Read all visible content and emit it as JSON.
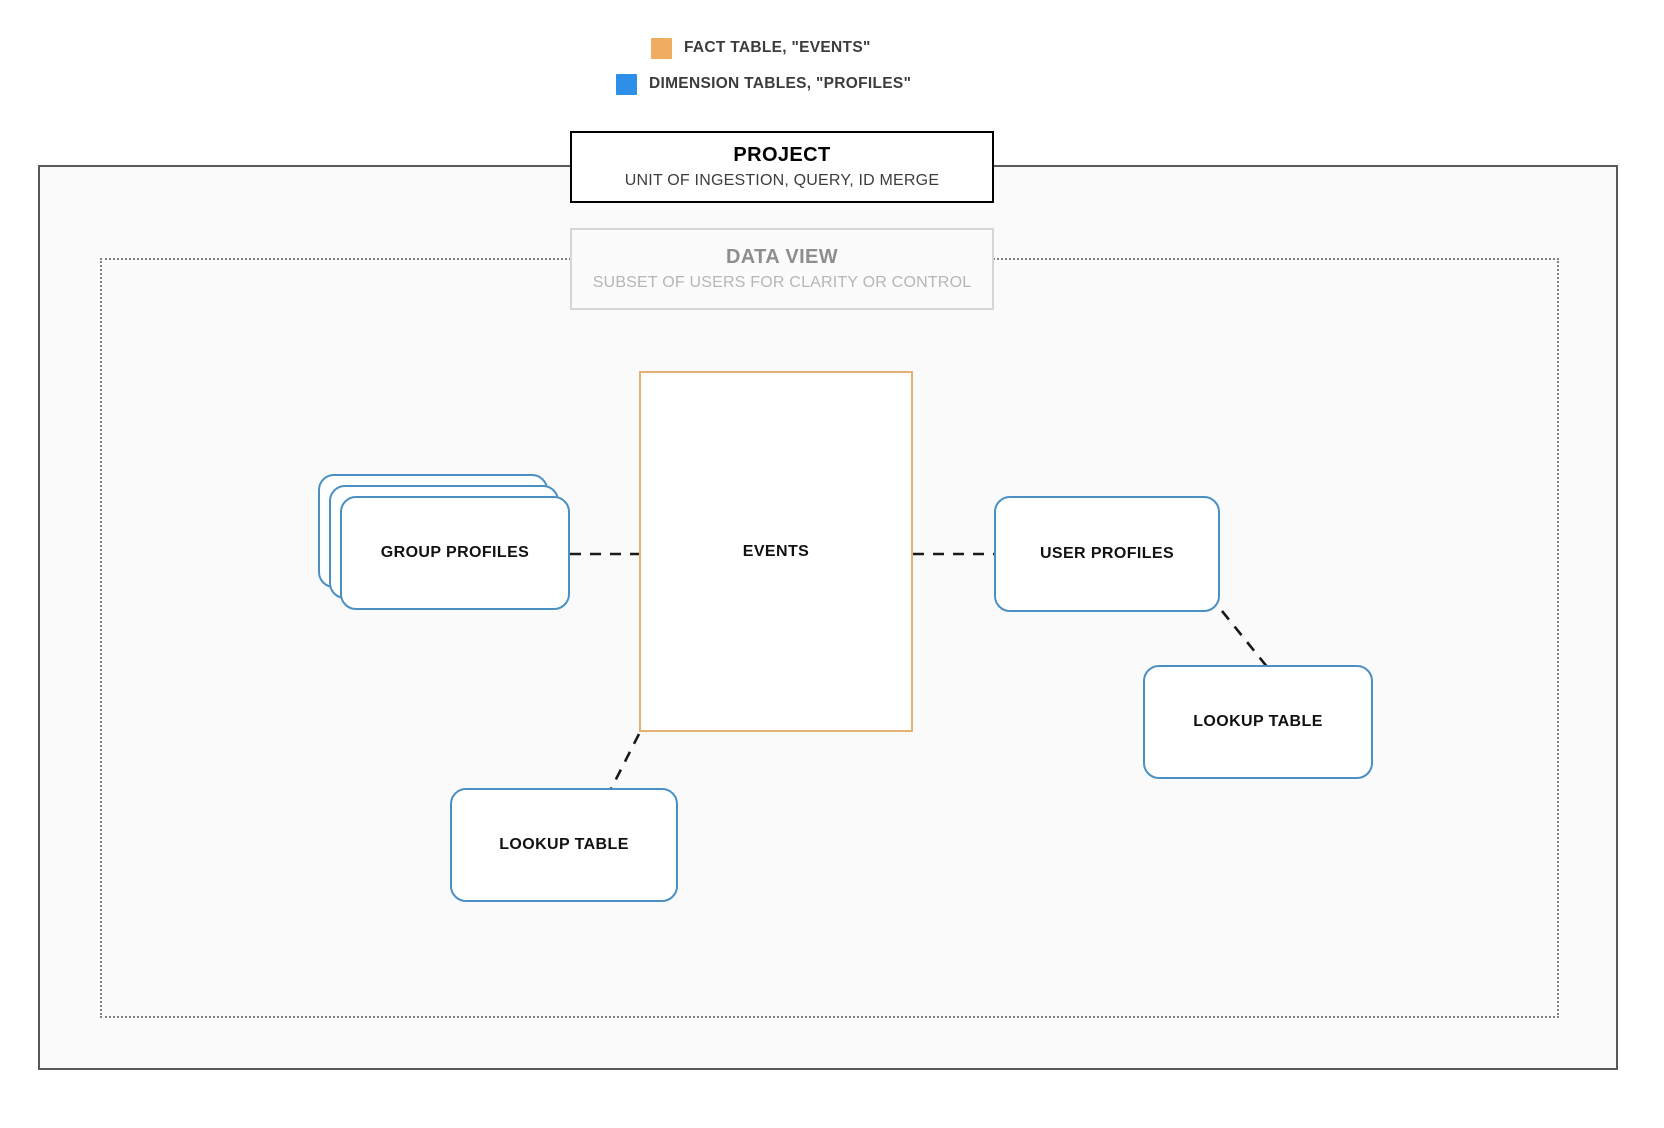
{
  "legend": {
    "items": [
      {
        "swatch_color": "#f0ad60",
        "label": "FACT TABLE, \"EVENTS\"",
        "icon": "square-swatch-icon"
      },
      {
        "swatch_color": "#2e8fe8",
        "label": "DIMENSION TABLES, \"PROFILES\"",
        "icon": "square-swatch-icon"
      }
    ]
  },
  "project": {
    "title": "PROJECT",
    "subtitle": "UNIT OF INGESTION, QUERY, ID MERGE",
    "border_color": "#000000"
  },
  "data_view": {
    "title": "DATA VIEW",
    "subtitle": "SUBSET OF USERS FOR CLARITY OR CONTROL",
    "border_color": "#d6d6d6"
  },
  "nodes": {
    "events": {
      "label": "EVENTS",
      "border_color": "#e2b274"
    },
    "group_profiles": {
      "label": "GROUP PROFILES",
      "border_color": "#4a90c2",
      "stack_count": 3
    },
    "user_profiles": {
      "label": "USER PROFILES",
      "border_color": "#4a90c2"
    },
    "lookup_table_right": {
      "label": "LOOKUP TABLE",
      "border_color": "#4a90c2"
    },
    "lookup_table_left": {
      "label": "LOOKUP TABLE",
      "border_color": "#4a90c2"
    }
  },
  "connections": [
    {
      "from": "group_profiles",
      "to": "events",
      "style": "dashed"
    },
    {
      "from": "events",
      "to": "user_profiles",
      "style": "dashed"
    },
    {
      "from": "user_profiles",
      "to": "lookup_table_right",
      "style": "dashed"
    },
    {
      "from": "events",
      "to": "lookup_table_left",
      "style": "dashed"
    }
  ],
  "colors": {
    "panel_background": "#fafafa",
    "panel_border": "#595959",
    "dotted_border": "#808080",
    "connector": "#1a1a1a"
  }
}
